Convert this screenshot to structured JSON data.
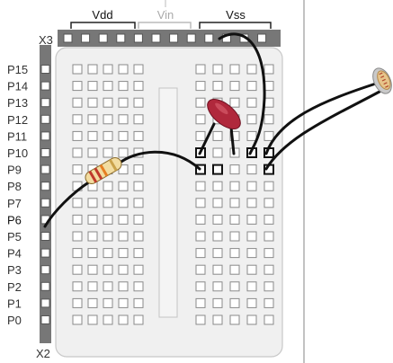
{
  "header": {
    "vdd_label": "Vdd",
    "vin_label": "Vin",
    "vss_label": "Vss",
    "x3_label": "X3",
    "x2_label": "X2"
  },
  "pins": [
    "P15",
    "P14",
    "P13",
    "P12",
    "P11",
    "P10",
    "P9",
    "P8",
    "P7",
    "P6",
    "P5",
    "P4",
    "P3",
    "P2",
    "P1",
    "P0"
  ],
  "highlighted_pin": "P6",
  "components": {
    "resistor": "resistor",
    "capacitor": "capacitor",
    "photoresistor": "photoresistor"
  },
  "colors": {
    "header_strip": "#777777",
    "board": "#f0f0f0",
    "board_border": "#c8c8c8",
    "socket_fill": "#ffffff",
    "socket_border": "#8a8a8a",
    "wire": "#111111",
    "capacitor": "#b0283c",
    "resistor_body": "#f2dca0",
    "vin_bracket": "#bbbbbb",
    "divider": "#999999"
  }
}
